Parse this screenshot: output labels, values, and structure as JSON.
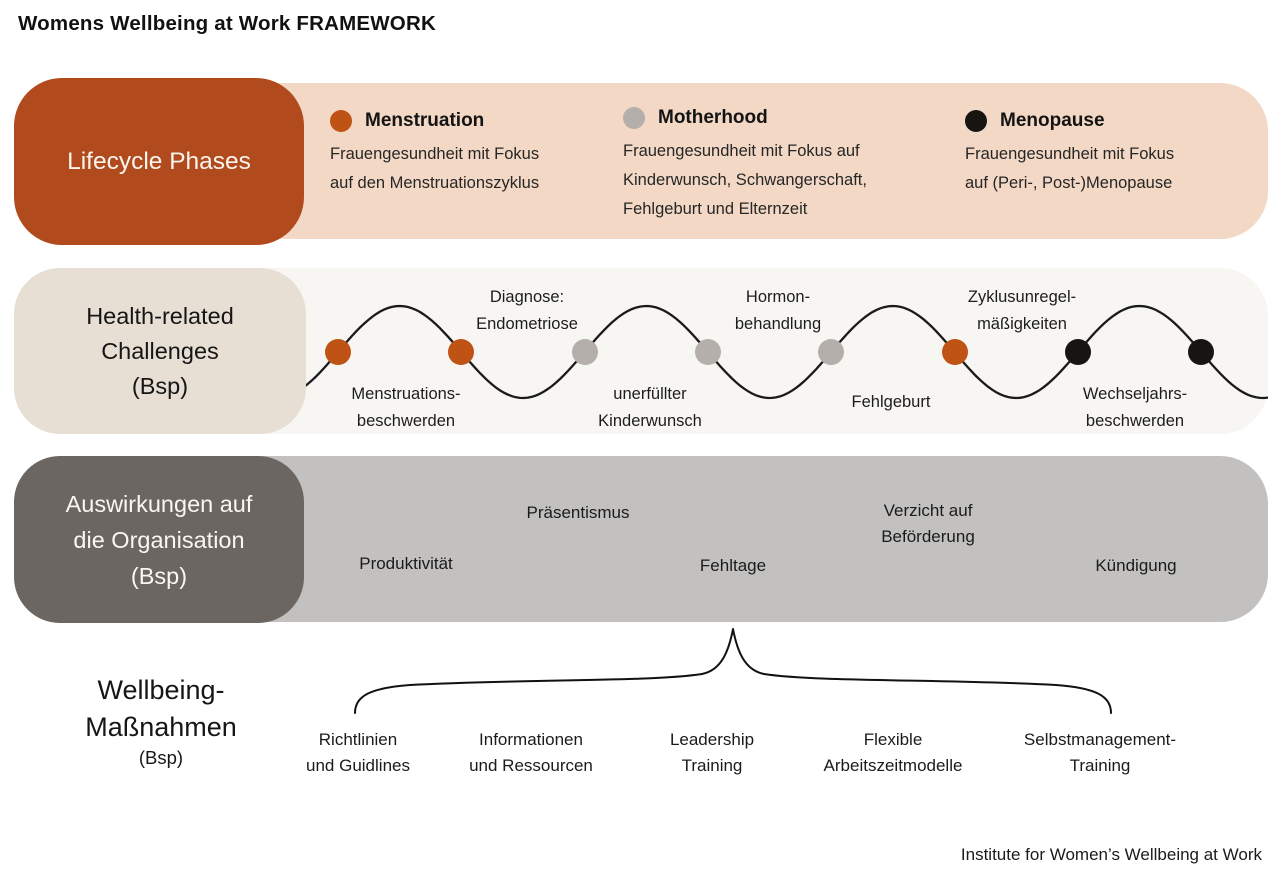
{
  "title": "Womens Wellbeing at Work FRAMEWORK",
  "footer": "Institute for Women’s Wellbeing at Work",
  "colors": {
    "menstruation": "#BE5315",
    "motherhood": "#B4AFAB",
    "menopause": "#171412",
    "accent_box": "#B14A1C",
    "peach_bg": "#F3D8C5",
    "beige_box": "#E7DFD3",
    "light_bg": "#F8F6F2",
    "dark_gray_box": "#6B6662",
    "mid_gray_bg": "#C2C1C0"
  },
  "lifecycle": {
    "label": "Lifecycle Phases",
    "phases": [
      {
        "name": "Menstruation",
        "description": "Frauengesundheit mit Fokus\nauf den Menstruationszyklus"
      },
      {
        "name": "Motherhood",
        "description": "Frauengesundheit mit Fokus auf\nKinderwunsch, Schwangerschaft,\nFehlgeburt und Elternzeit"
      },
      {
        "name": "Menopause",
        "description": "Frauengesundheit mit Fokus\nauf (Peri-, Post-)Menopause"
      }
    ]
  },
  "challenges": {
    "label": "Health-related\nChallenges\n(Bsp)",
    "dot_phases": [
      "menstruation",
      "menstruation",
      "motherhood",
      "motherhood",
      "motherhood",
      "menstruation",
      "menopause",
      "menopause"
    ],
    "labels_above": [
      "Diagnose:\nEndometriose",
      "Hormon-\nbehandlung",
      "Zyklusunregel-\nmäßigkeiten"
    ],
    "labels_below": [
      "Menstruations-\nbeschwerden",
      "unerfüllter\nKinderwunsch",
      "Fehlgeburt",
      "Wechseljahrs-\nbeschwerden"
    ]
  },
  "impacts": {
    "label": "Auswirkungen auf\ndie Organisation\n(Bsp)",
    "items": [
      "Produktivität",
      "Präsentismus",
      "Fehltage",
      "Verzicht auf\nBeförderung",
      "Kündigung"
    ]
  },
  "measures": {
    "label": "Wellbeing-\nMaßnahmen",
    "sublabel": "(Bsp)",
    "items": [
      "Richtlinien\nund Guidlines",
      "Informationen\nund Ressourcen",
      "Leadership\nTraining",
      "Flexible\nArbeitszeitmodelle",
      "Selbstmanagement-\nTraining"
    ]
  }
}
